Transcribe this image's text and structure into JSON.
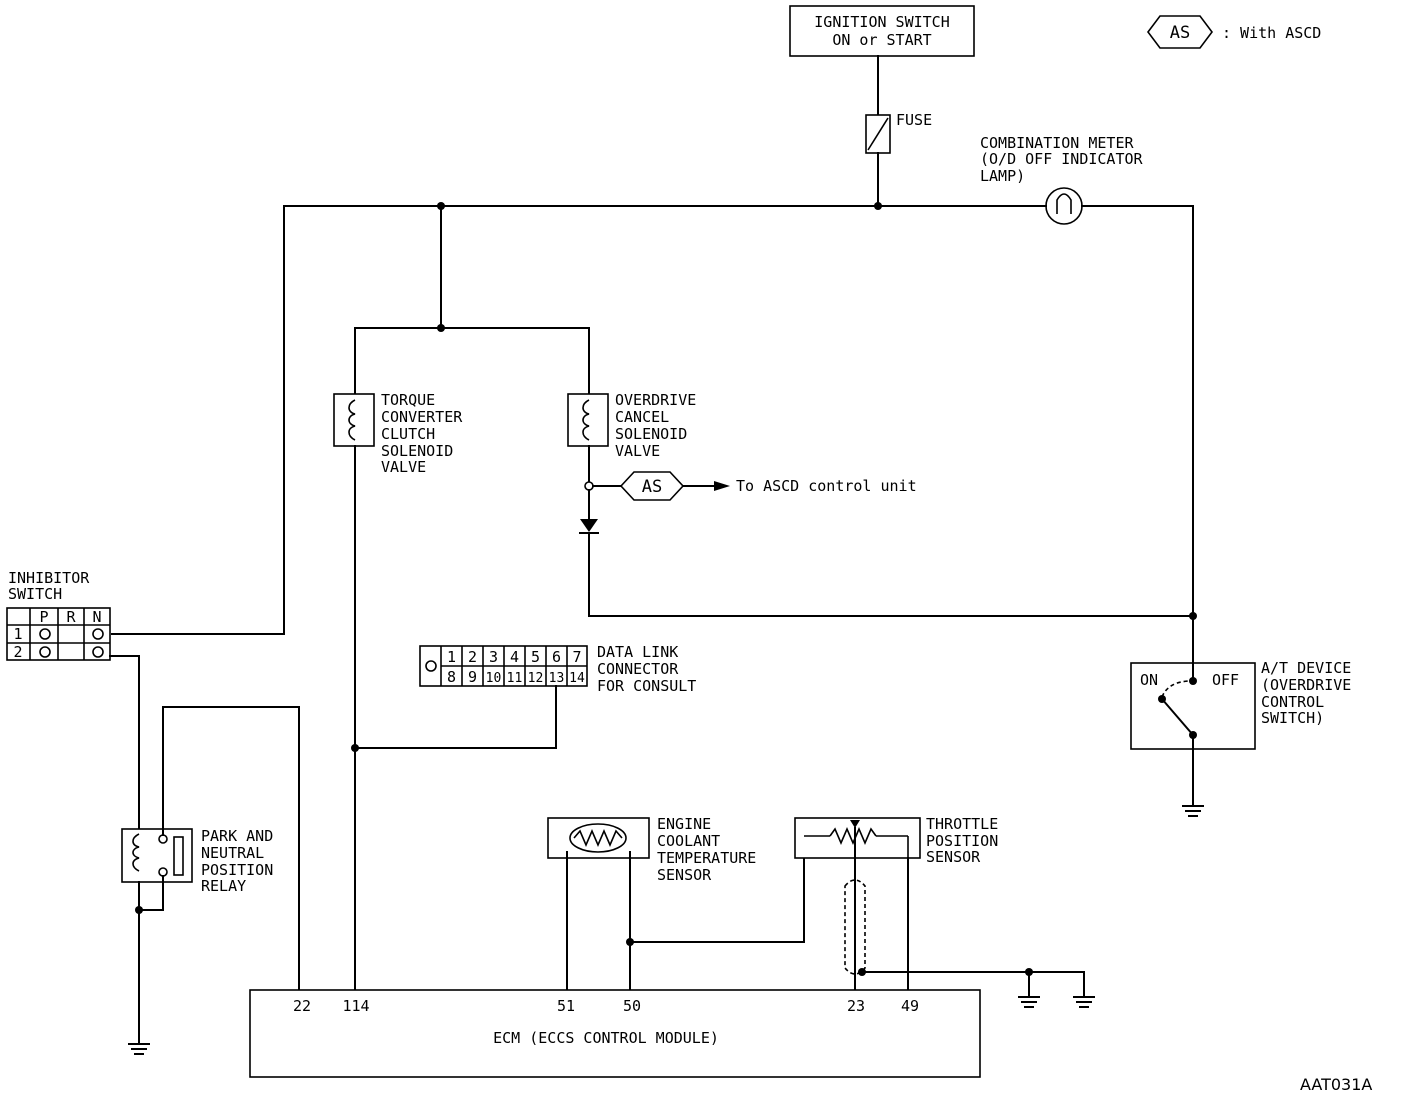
{
  "legend": {
    "symbol": "AS",
    "text": ": With ASCD"
  },
  "ignition_switch": [
    "IGNITION SWITCH",
    "ON or START"
  ],
  "fuse": "FUSE",
  "combination_meter": [
    "COMBINATION METER",
    "(O/D OFF INDICATOR",
    "LAMP)"
  ],
  "tcc_solenoid": [
    "TORQUE",
    "CONVERTER",
    "CLUTCH",
    "SOLENOID",
    "VALVE"
  ],
  "od_cancel_solenoid": [
    "OVERDRIVE",
    "CANCEL",
    "SOLENOID",
    "VALVE"
  ],
  "ascd_tag": "AS",
  "ascd_text": "To ASCD control unit",
  "inhibitor": {
    "title": [
      "INHIBITOR",
      "SWITCH"
    ],
    "headers": [
      "P",
      "R",
      "N"
    ],
    "rows": [
      "1",
      "2"
    ]
  },
  "dlc": {
    "label": [
      "DATA LINK",
      "CONNECTOR",
      "FOR CONSULT"
    ],
    "top_pins": [
      "1",
      "2",
      "3",
      "4",
      "5",
      "6",
      "7"
    ],
    "bottom_pins": [
      "8",
      "9",
      "10",
      "11",
      "12",
      "13",
      "14"
    ]
  },
  "at_device": {
    "label": [
      "A/T DEVICE",
      "(OVERDRIVE",
      "CONTROL",
      "SWITCH)"
    ],
    "on": "ON",
    "off": "OFF"
  },
  "pnp_relay": [
    "PARK AND",
    "NEUTRAL",
    "POSITION",
    "RELAY"
  ],
  "ect_sensor": [
    "ENGINE",
    "COOLANT",
    "TEMPERATURE",
    "SENSOR"
  ],
  "tps": [
    "THROTTLE",
    "POSITION",
    "SENSOR"
  ],
  "ecm": {
    "title": "ECM (ECCS CONTROL MODULE)",
    "pins": [
      "22",
      "114",
      "51",
      "50",
      "23",
      "49"
    ]
  },
  "figure_code": "AAT031A"
}
